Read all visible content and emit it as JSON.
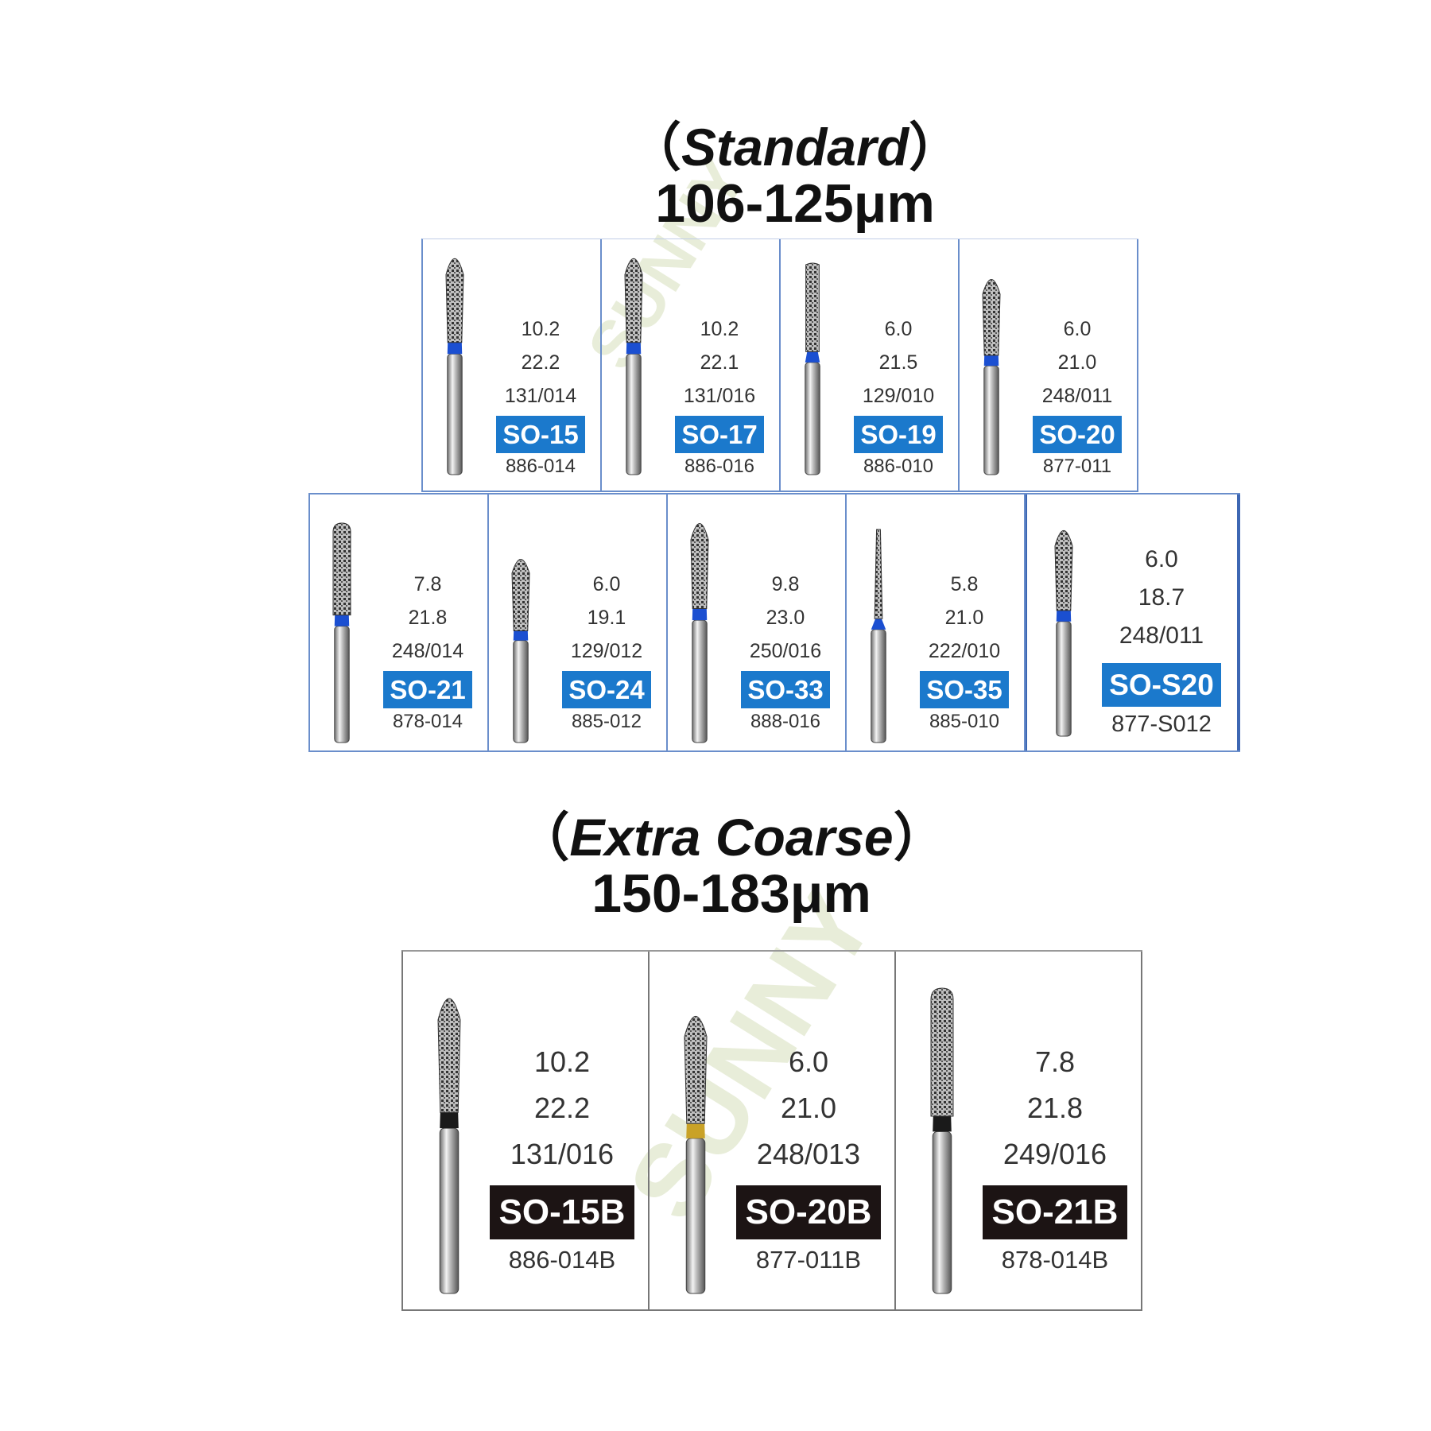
{
  "standard": {
    "title_prefix": "（",
    "title": "Standard",
    "title_suffix": "）",
    "range": "106-125μm",
    "row1": [
      {
        "n1": "10.2",
        "n2": "22.2",
        "n3": "131/014",
        "code": "SO-15",
        "ref": "886-014"
      },
      {
        "n1": "10.2",
        "n2": "22.1",
        "n3": "131/016",
        "code": "SO-17",
        "ref": "886-016"
      },
      {
        "n1": "6.0",
        "n2": "21.5",
        "n3": "129/010",
        "code": "SO-19",
        "ref": "886-010"
      },
      {
        "n1": "6.0",
        "n2": "21.0",
        "n3": "248/011",
        "code": "SO-20",
        "ref": "877-011"
      }
    ],
    "row2": [
      {
        "n1": "7.8",
        "n2": "21.8",
        "n3": "248/014",
        "code": "SO-21",
        "ref": "878-014"
      },
      {
        "n1": "6.0",
        "n2": "19.1",
        "n3": "129/012",
        "code": "SO-24",
        "ref": "885-012"
      },
      {
        "n1": "9.8",
        "n2": "23.0",
        "n3": "250/016",
        "code": "SO-33",
        "ref": "888-016"
      },
      {
        "n1": "5.8",
        "n2": "21.0",
        "n3": "222/010",
        "code": "SO-35",
        "ref": "885-010"
      },
      {
        "n1": "6.0",
        "n2": "18.7",
        "n3": "248/011",
        "code": "SO-S20",
        "ref": "877-S012"
      }
    ]
  },
  "extra_coarse": {
    "title_prefix": "（",
    "title": "Extra Coarse",
    "title_suffix": "）",
    "range": "150-183μm",
    "row": [
      {
        "n1": "10.2",
        "n2": "22.2",
        "n3": "131/016",
        "code": "SO-15B",
        "ref": "886-014B"
      },
      {
        "n1": "6.0",
        "n2": "21.0",
        "n3": "248/013",
        "code": "SO-20B",
        "ref": "877-011B"
      },
      {
        "n1": "7.8",
        "n2": "21.8",
        "n3": "249/016",
        "code": "SO-21B",
        "ref": "878-014B"
      }
    ]
  },
  "watermark": "SUNNY",
  "colors": {
    "standard_band": "#1b4fd1",
    "code_blue": "#1b79cc",
    "code_black": "#1c1414",
    "extra_band": "#1a1a1a"
  }
}
